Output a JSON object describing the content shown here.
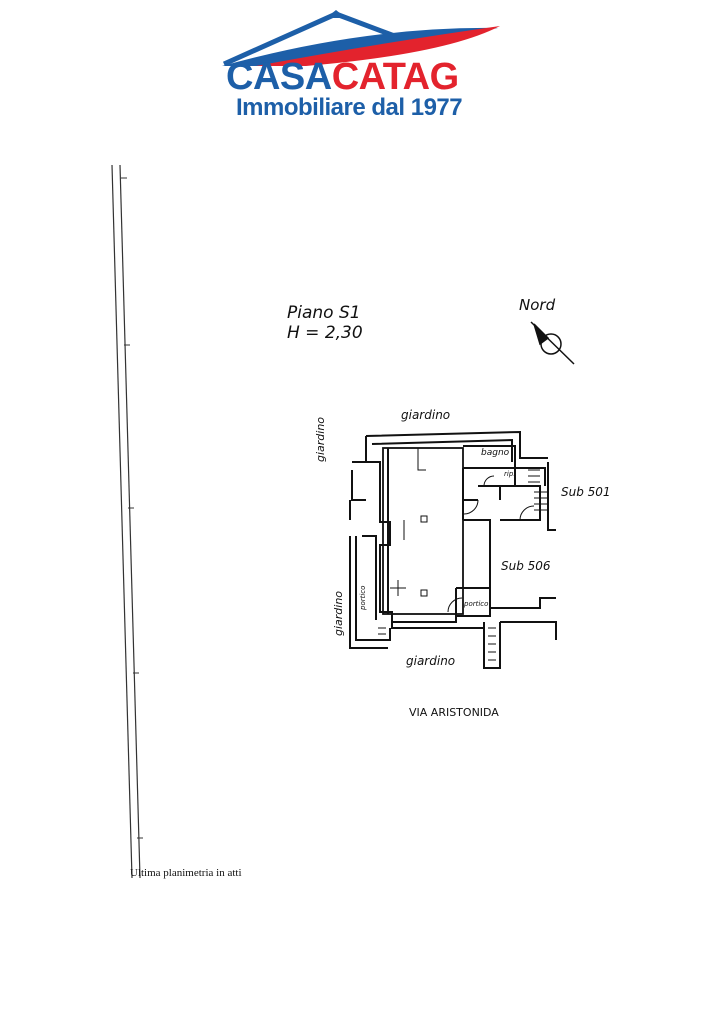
{
  "logo": {
    "brand_blue": "CASA",
    "brand_red": "CATAG",
    "tagline": "Immobiliare dal 1977",
    "colors": {
      "blue": "#1d5fa8",
      "red": "#e3232d"
    }
  },
  "floor": {
    "level": "Piano S1",
    "height": "H = 2,30"
  },
  "compass": {
    "label": "Nord"
  },
  "labels": {
    "garden_top": "giardino",
    "garden_left_upper": "giardino",
    "garden_left_lower": "giardino",
    "garden_bottom": "giardino",
    "bathroom": "bagno",
    "rip": "rip.",
    "sub_501": "Sub 501",
    "sub_506": "Sub 506",
    "portico_left": "portico",
    "portico_right": "portico",
    "street": "VIA ARISTONIDA"
  },
  "footer": {
    "note": "Ultima planimetria in atti"
  }
}
